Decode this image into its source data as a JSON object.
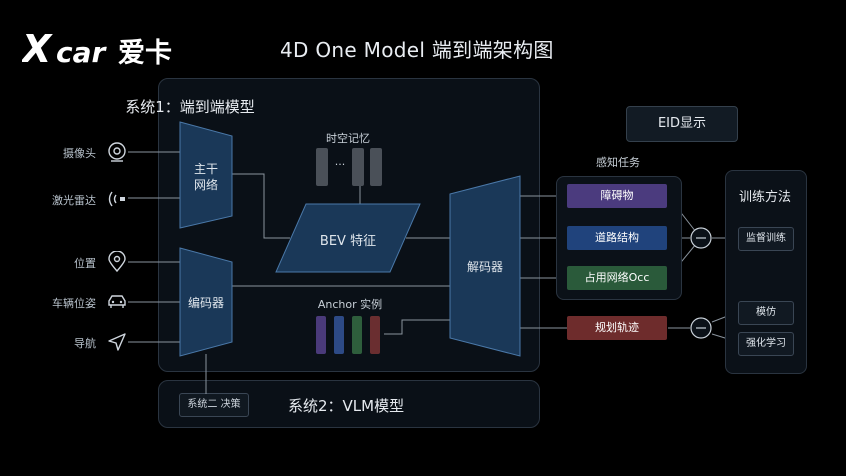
{
  "header": {
    "logo_text": "XCAR爱卡",
    "title": "4D One Model 端到端架构图"
  },
  "system1": {
    "title": "系统1：端到端模型",
    "backbone": [
      "主干",
      "网络"
    ],
    "encoder": "编码器",
    "memory_label": "时空记忆",
    "memory_dots": "···",
    "bev_label": "BEV 特征",
    "anchor_label": "Anchor 实例",
    "decoder": "解码器"
  },
  "system2": {
    "title": "系统2：VLM模型",
    "decision_button": "系统二 决策"
  },
  "inputs": [
    {
      "label": "摄像头",
      "icon": "camera-icon"
    },
    {
      "label": "激光雷达",
      "icon": "lidar-icon"
    },
    {
      "label": "位置",
      "icon": "location-pin-icon"
    },
    {
      "label": "车辆位姿",
      "icon": "car-icon"
    },
    {
      "label": "导航",
      "icon": "navigation-arrow-icon"
    }
  ],
  "eid": "EID显示",
  "perception": {
    "title": "感知任务",
    "tasks": [
      {
        "label": "障碍物",
        "color": "#4b3b7e"
      },
      {
        "label": "道路结构",
        "color": "#20437c"
      },
      {
        "label": "占用网络Occ",
        "color": "#2a5a3a"
      }
    ]
  },
  "planning": {
    "label": "规划轨迹",
    "color": "#6e2c2c"
  },
  "training": {
    "title": "训练方法",
    "supervised": "监督训练",
    "imitation": "模仿",
    "reinforcement": "强化学习"
  },
  "colors": {
    "memory_bar": "#4a5058",
    "anchor_bars": [
      "#4a3a7a",
      "#2d4a86",
      "#2e5e3c",
      "#6a2e30"
    ],
    "shape_fill": "#1a3858",
    "shape_stroke": "#4a78a8"
  }
}
